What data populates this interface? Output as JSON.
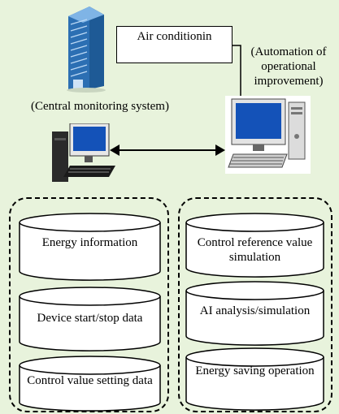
{
  "top": {
    "central_label": "(Central monitoring system)",
    "air_label": "Air conditionin",
    "automation_label": "(Automation of operational improvement)"
  },
  "left_group": {
    "items": [
      {
        "label": "Energy information"
      },
      {
        "label": "Device start/stop data"
      },
      {
        "label": "Control value setting data"
      }
    ]
  },
  "right_group": {
    "items": [
      {
        "label": "Control reference value simulation"
      },
      {
        "label": "AI analysis/simulation"
      },
      {
        "label": "Energy saving operation"
      }
    ]
  },
  "colors": {
    "background": "#e8f3dc",
    "building": "#3b7fc4",
    "screen": "#1452b8"
  }
}
